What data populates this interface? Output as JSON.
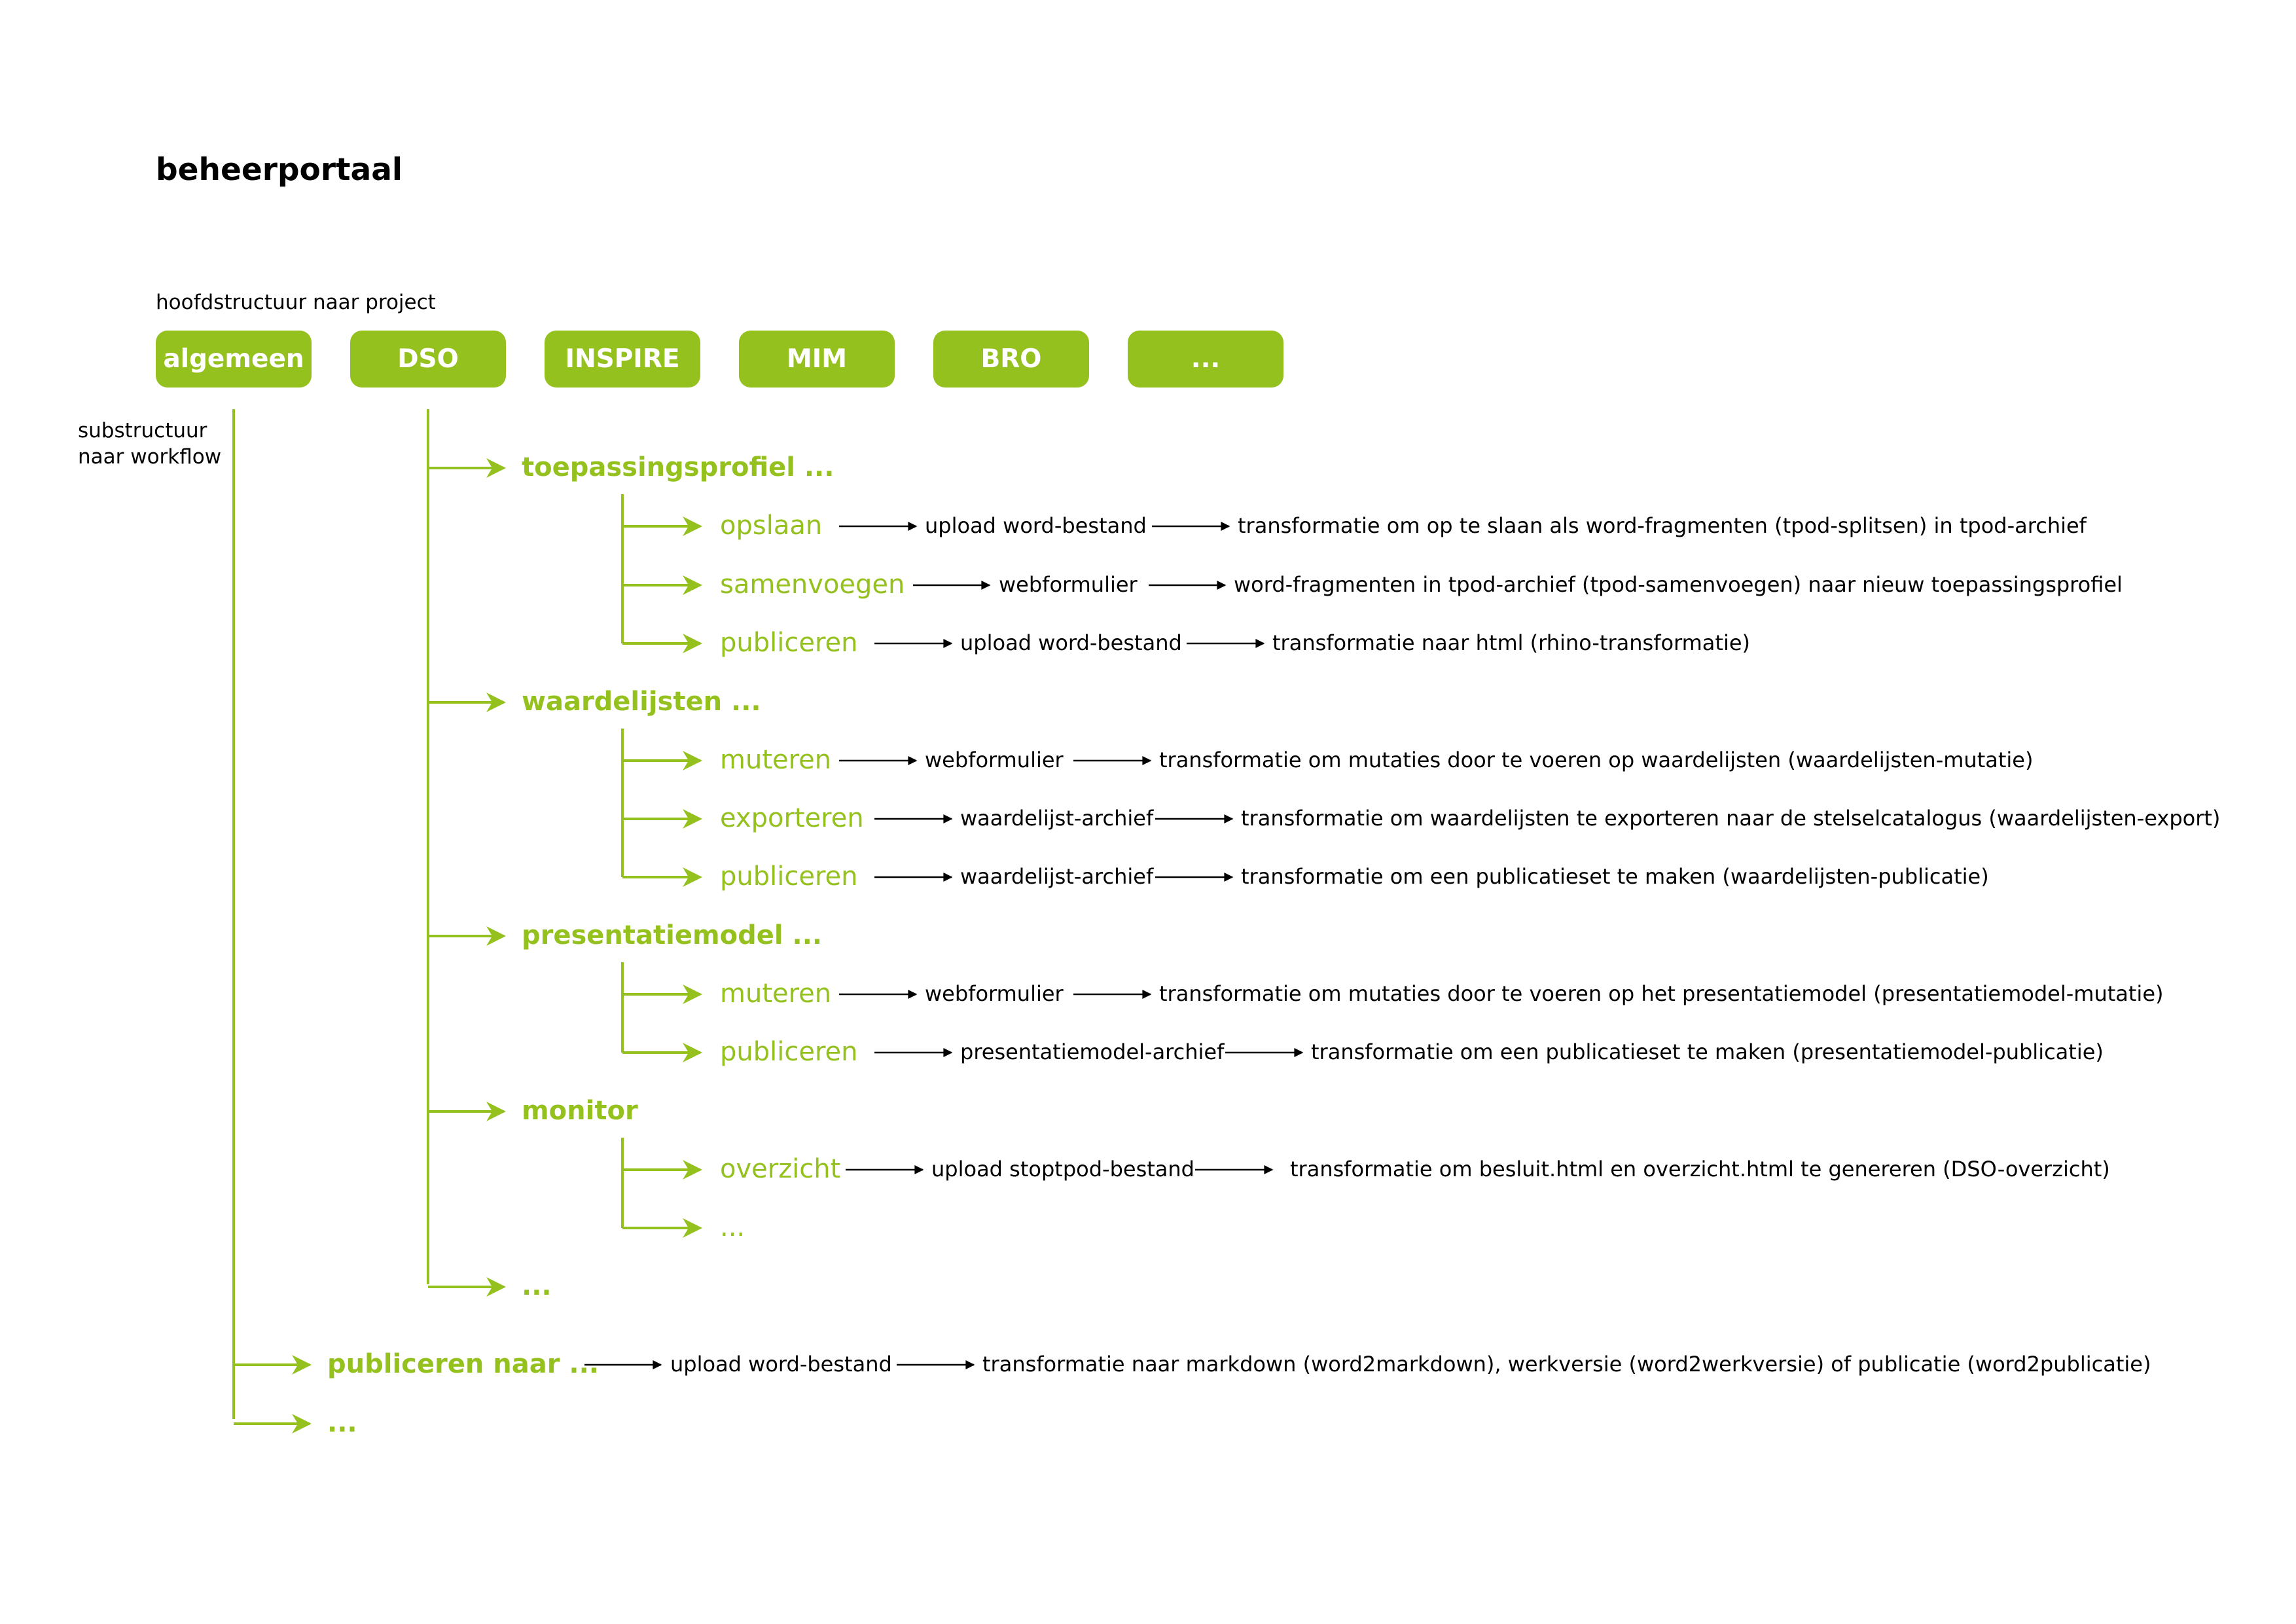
{
  "title": "beheerportaal",
  "main_label": "hoofdstructuur naar project",
  "sub_label": [
    "substructuur",
    "naar workflow"
  ],
  "projects": [
    "algemeen",
    "DSO",
    "INSPIRE",
    "MIM",
    "BRO",
    "..."
  ],
  "sections": [
    {
      "label": "toepassingsprofiel ...",
      "items": [
        {
          "label": "opslaan",
          "input": "upload word-bestand",
          "result": "transformatie om op te slaan als word-fragmenten (tpod-splitsen) in tpod-archief"
        },
        {
          "label": "samenvoegen",
          "input": "webformulier",
          "result": "word-fragmenten in tpod-archief (tpod-samenvoegen) naar nieuw toepassingsprofiel"
        },
        {
          "label": "publiceren",
          "input": "upload word-bestand",
          "result": "transformatie naar html (rhino-transformatie)"
        }
      ]
    },
    {
      "label": "waardelijsten ...",
      "items": [
        {
          "label": "muteren",
          "input": "webformulier",
          "result": "transformatie om mutaties door te voeren op waardelijsten (waardelijsten-mutatie)"
        },
        {
          "label": "exporteren",
          "input": "waardelijst-archief",
          "result": "transformatie om waardelijsten te exporteren naar de stelselcatalogus (waardelijsten-export)"
        },
        {
          "label": "publiceren",
          "input": "waardelijst-archief",
          "result": "transformatie om een publicatieset te maken (waardelijsten-publicatie)"
        }
      ]
    },
    {
      "label": "presentatiemodel ...",
      "items": [
        {
          "label": "muteren",
          "input": "webformulier",
          "result": "transformatie om mutaties door te voeren op het presentatiemodel (presentatiemodel-mutatie)"
        },
        {
          "label": "publiceren",
          "input": "presentatiemodel-archief",
          "result": "transformatie om een publicatieset te maken (presentatiemodel-publicatie)"
        }
      ]
    },
    {
      "label": "monitor",
      "items": [
        {
          "label": "overzicht",
          "input": "upload stoptpod-bestand",
          "result": "transformatie om besluit.html en overzicht.html te genereren (DSO-overzicht)"
        },
        {
          "label": "..."
        }
      ]
    },
    {
      "label": "..."
    }
  ],
  "top_items": [
    {
      "label": "publiceren naar ...",
      "input": "upload word-bestand",
      "result": "transformatie naar markdown (word2markdown), werkversie (word2werkversie) of publicatie (word2publicatie)"
    },
    {
      "label": "..."
    }
  ],
  "colors": {
    "accent": "#95c11f",
    "text": "#000000",
    "background": "#ffffff"
  }
}
